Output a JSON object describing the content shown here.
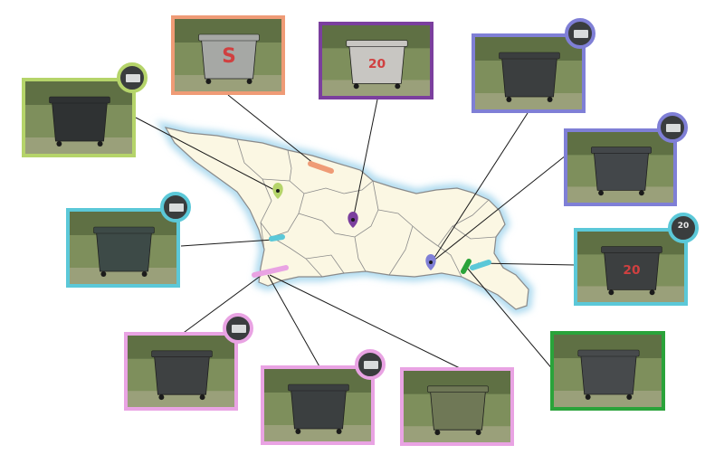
{
  "map": {
    "region": "Georgia",
    "fill_color": "#fbf7e3",
    "glow_color": "#a9d8ee",
    "border_color": "#8a8a8a"
  },
  "photos": [
    {
      "id": "adjara-west-1",
      "frame_color": "#e9a3e3",
      "bin_color": "#3e4142",
      "label_text": "",
      "has_inset": true,
      "inset_color": "#e9a3e3"
    },
    {
      "id": "adjara-west-2",
      "frame_color": "#e9a3e3",
      "bin_color": "#3b3f40",
      "label_text": "",
      "has_inset": true,
      "inset_color": "#e9a3e3"
    },
    {
      "id": "adjara-west-3",
      "frame_color": "#e9a3e3",
      "bin_color": "#6f7856",
      "label_text": "",
      "has_inset": false
    },
    {
      "id": "guria",
      "frame_color": "#5bc8d8",
      "bin_color": "#3d4a47",
      "label_text": "",
      "has_inset": true,
      "inset_color": "#5bc8d8"
    },
    {
      "id": "samegrelo",
      "frame_color": "#b5d46a",
      "bin_color": "#2f3233",
      "label_text": "",
      "has_inset": true,
      "inset_color": "#b5d46a"
    },
    {
      "id": "racha",
      "frame_color": "#ef9b76",
      "bin_color": "#a6a8a5",
      "label_text": "S",
      "has_inset": false
    },
    {
      "id": "imereti",
      "frame_color": "#7b3f9e",
      "bin_color": "#c8c6c2",
      "label_text": "20",
      "has_inset": false
    },
    {
      "id": "kakheti-1",
      "frame_color": "#7f7fd6",
      "bin_color": "#3b3e3f",
      "label_text": "",
      "has_inset": true,
      "inset_color": "#7f7fd6"
    },
    {
      "id": "kakheti-2",
      "frame_color": "#7f7fd6",
      "bin_color": "#43474a",
      "label_text": "",
      "has_inset": true,
      "inset_color": "#7f7fd6"
    },
    {
      "id": "tbilisi-east",
      "frame_color": "#5bc8d8",
      "bin_color": "#3c3f40",
      "label_text": "20",
      "has_inset": true,
      "inset_color": "#5bc8d8"
    },
    {
      "id": "tbilisi-south",
      "frame_color": "#2aa33a",
      "bin_color": "#474a4c",
      "label_text": "",
      "has_inset": false
    }
  ],
  "markers": [
    {
      "id": "m-samegrelo",
      "color": "#b5d46a"
    },
    {
      "id": "m-guria",
      "color": "#5bc8d8"
    },
    {
      "id": "m-adjara",
      "color": "#e9a3e3"
    },
    {
      "id": "m-racha",
      "color": "#ef9b76"
    },
    {
      "id": "m-imereti",
      "color": "#7b3f9e"
    },
    {
      "id": "m-kakheti",
      "color": "#7f7fd6"
    },
    {
      "id": "m-tbilisi-green",
      "color": "#2aa33a"
    },
    {
      "id": "m-tbilisi-cyan",
      "color": "#5bc8d8"
    }
  ]
}
